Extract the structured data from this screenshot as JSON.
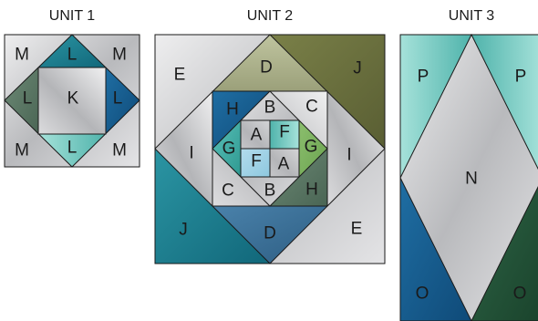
{
  "units": [
    {
      "title": "UNIT 1",
      "labels": {
        "m_tl": "M",
        "m_tr": "M",
        "m_bl": "M",
        "m_br": "M",
        "l_top": "L",
        "l_left": "L",
        "l_right": "L",
        "l_bottom": "L",
        "k": "K"
      }
    },
    {
      "title": "UNIT 2",
      "labels": {
        "e_tl": "E",
        "d_top": "D",
        "j_tr": "J",
        "i_left": "I",
        "i_right": "I",
        "j_bl": "J",
        "d_bottom": "D",
        "e_br": "E",
        "h_tl": "H",
        "b_top": "B",
        "c_tr": "C",
        "g_left": "G",
        "a_tl": "A",
        "f_tr": "F",
        "g_right": "G",
        "f_bl": "F",
        "a_br": "A",
        "c_bl": "C",
        "b_bottom": "B",
        "h_br": "H"
      }
    },
    {
      "title": "UNIT 3",
      "labels": {
        "p_left": "P",
        "p_right": "P",
        "n": "N",
        "o_left": "O",
        "o_right": "O"
      }
    }
  ],
  "colors": {
    "outline": "#1a1a1a",
    "silver": "#c9cacc",
    "teal_dark": "#1b7a8a",
    "teal_light": "#7fd0c9",
    "navy": "#155a8c",
    "olive": "#6b7040",
    "sage": "#a8ad88",
    "gray_green": "#5e7b68",
    "forest": "#24543a",
    "steel_blue": "#3c6f96"
  }
}
